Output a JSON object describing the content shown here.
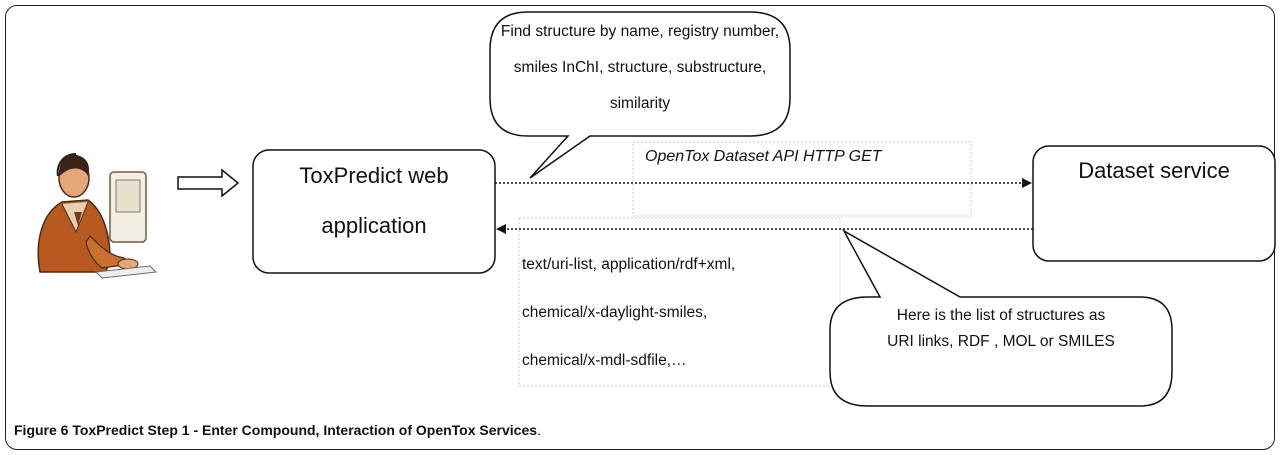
{
  "app_box": {
    "line1": "ToxPredict web",
    "line2": "application"
  },
  "service_box": {
    "label": "Dataset service"
  },
  "callout_top": {
    "line1": "Find structure by name, registry number,",
    "line2": "smiles InChI, structure, substructure,",
    "line3": "similarity"
  },
  "api_label": "OpenTox Dataset API HTTP GET",
  "mime_types": {
    "line1": "text/uri-list, application/rdf+xml,",
    "line2": "chemical/x-daylight-smiles,",
    "line3": "chemical/x-mdl-sdfile,…"
  },
  "callout_bottom": {
    "line1": "Here is the list of structures as",
    "line2": "URI links, RDF , MOL or SMILES"
  },
  "caption": {
    "bold": "Figure 6 ToxPredict Step 1 - Enter Compound, Interaction of OpenTox Services",
    "end": "."
  },
  "icons": {
    "user": "person-at-computer-icon",
    "arrow": "hollow-right-arrow-icon"
  }
}
